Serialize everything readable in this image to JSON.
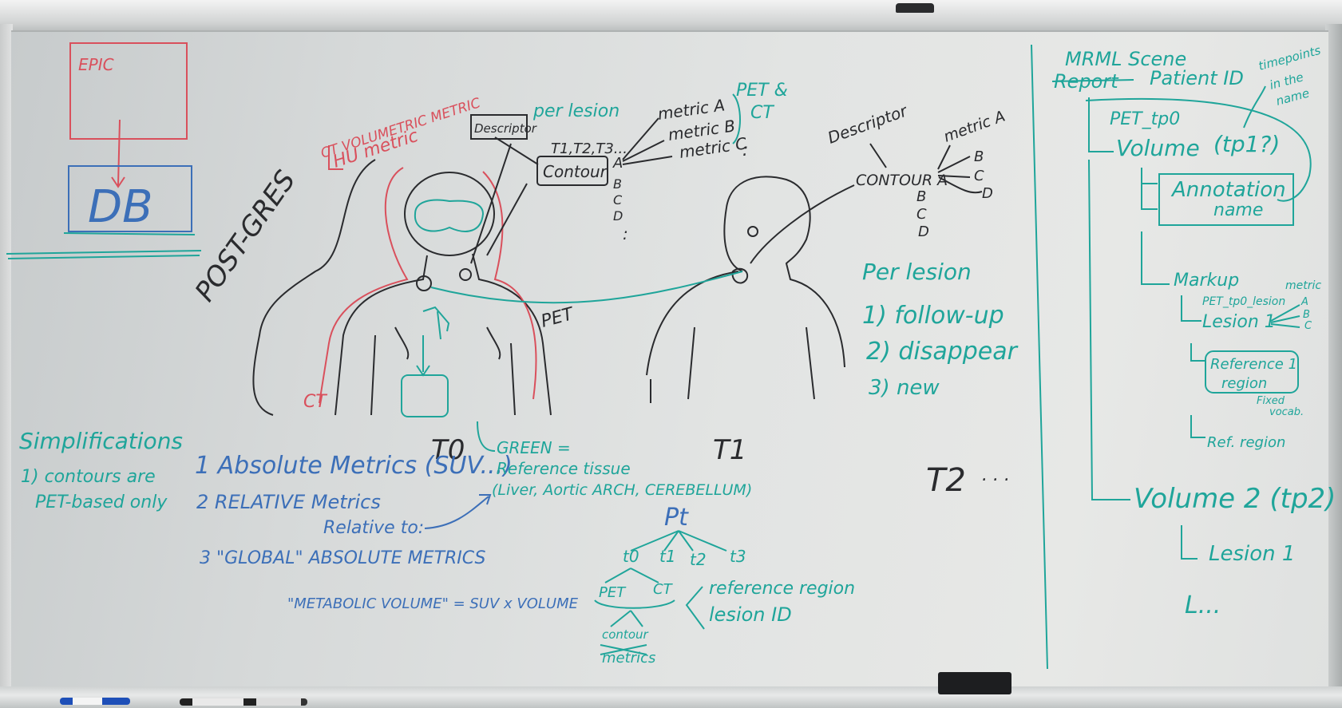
{
  "board": {
    "epic": "EPIC",
    "db": "DB",
    "post_gres": "POST-GRES",
    "ct_volumetric": "CT VOLUMETRIC METRIC",
    "hu_metric": "HU metric",
    "descriptor_box": "Descriptor",
    "per_lesion_top": "per lesion",
    "t_series": "T1,T2,T3...",
    "contour_box": "Contour",
    "contour_letters": [
      "A",
      "B",
      "C",
      "D",
      ":"
    ],
    "metric_a": "metric A",
    "metric_b": "metric B",
    "metric_c": "metric C",
    "pet_ct_top": [
      "PET &",
      "CT"
    ],
    "descriptor_right": "Descriptor",
    "contour_a_right": "CONTOUR A",
    "contour_right_letters": [
      "B",
      "C",
      "D"
    ],
    "metric_a_right": "metric A",
    "metric_right_branches": [
      "B",
      "C",
      "D"
    ],
    "pet_label": "PET",
    "ct_label": "CT",
    "t0": "T0",
    "t1": "T1",
    "t2": "T2",
    "per_lesion_list": [
      "Per lesion",
      "1) follow-up",
      "2) disappear",
      "3) new"
    ],
    "simplifications": [
      "Simplifications",
      "1) contours are",
      "PET-based only"
    ],
    "metrics": [
      "1 Absolute Metrics (SUV...)",
      "2 RELATIVE Metrics",
      "Relative to:",
      "3 \"GLOBAL\" ABSOLUTE METRICS",
      "\"METABOLIC VOLUME\" = SUV x VOLUME"
    ],
    "green_ref": [
      "GREEN =",
      "Reference tissue",
      "(Liver, Aortic ARCH, CEREBELLUM)"
    ],
    "tree": {
      "root": "Pt",
      "times": [
        "t0",
        "t1",
        "t2",
        "t3"
      ],
      "modalities": [
        "PET",
        "CT"
      ],
      "leaf": [
        "contour",
        "metrics"
      ],
      "side": [
        "reference region",
        "lesion ID"
      ]
    },
    "mrml": {
      "scene": "MRML Scene",
      "report": "Report",
      "patient": "Patient ID",
      "timepoints_note": [
        "timepoints",
        "in the",
        "name"
      ],
      "pet_tp0": "PET_tp0",
      "volume": "Volume",
      "tp1": "(tp1?)",
      "annotation": "Annotation",
      "name": "name",
      "markup": "Markup",
      "pet_tp0_lesion": "PET_tp0_lesion",
      "metric_label": "metric",
      "metric_branches": [
        "A",
        "B",
        "C"
      ],
      "lesion1": "Lesion 1",
      "reference_region": [
        "Reference 1",
        "region"
      ],
      "fixed_vocab": [
        "Fixed",
        "vocab."
      ],
      "ref_region": "Ref. region",
      "volume2": "Volume 2 (tp2)",
      "lesion1_b": "Lesion 1",
      "ellipsis": "L..."
    }
  }
}
